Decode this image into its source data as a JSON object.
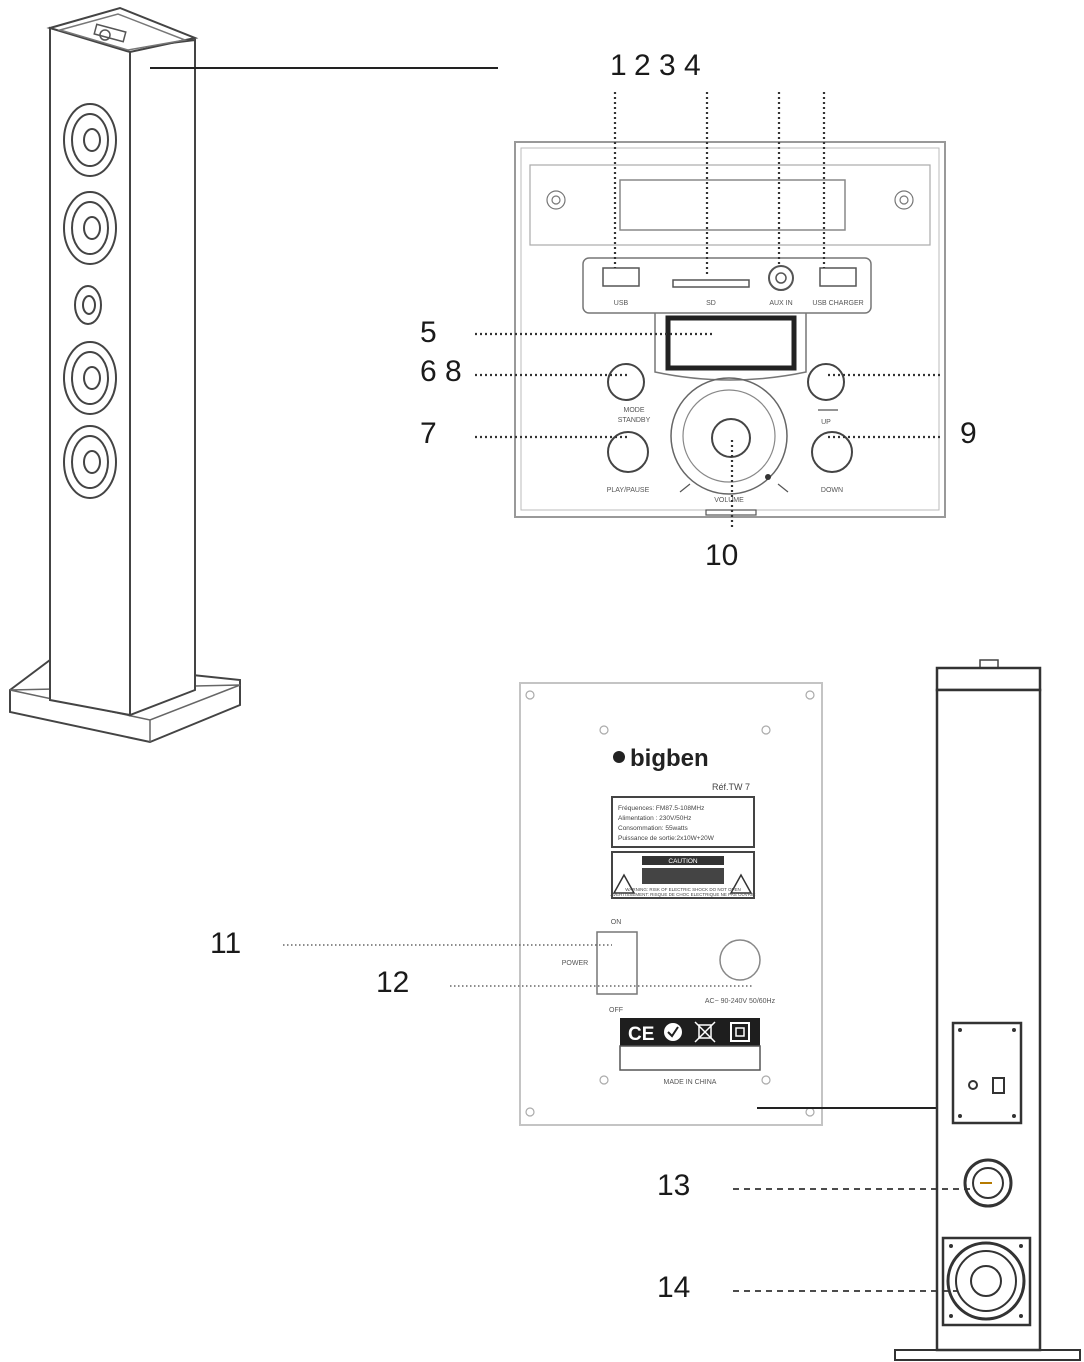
{
  "callouts": {
    "n1": "1",
    "n2": "2",
    "n3": "3",
    "n4": "4",
    "n5": "5",
    "n68": "6 8",
    "n7": "7",
    "n9": "9",
    "n10": "10",
    "n11": "11",
    "n12": "12",
    "n13": "13",
    "n14": "14"
  },
  "top_panel": {
    "port_labels": [
      "USB",
      "SD",
      "AUX IN",
      "USB CHARGER"
    ],
    "mode_label": "MODE",
    "standby_label": "STANDBY",
    "play_label": "PLAY/PAUSE",
    "volume_label": "VOLUME",
    "up_label": "UP",
    "down_label": "DOWN"
  },
  "rear_panel": {
    "brand": "bigben",
    "model": "Réf.TW 7",
    "spec_lines": [
      "Fréquences: FM87.5-108MHz",
      "Alimentation : 230V/50Hz",
      "Consommation: 55watts",
      "Puissance de sortie:2x10W+20W"
    ],
    "caution": "CAUTION",
    "warning_lines": [
      "WARNING: RISK OF ELECTRIC SHOCK DO NOT OPEN",
      "AVERTISSEMENT: RISQUE DE CHOC ELECTRIQUE NE PAS OUVRIR"
    ],
    "switch_on": "ON",
    "switch_label": "POWER",
    "switch_off": "OFF",
    "mains_rating": "AC~ 90-240V  50/60Hz",
    "made_in": "MADE IN CHINA"
  }
}
